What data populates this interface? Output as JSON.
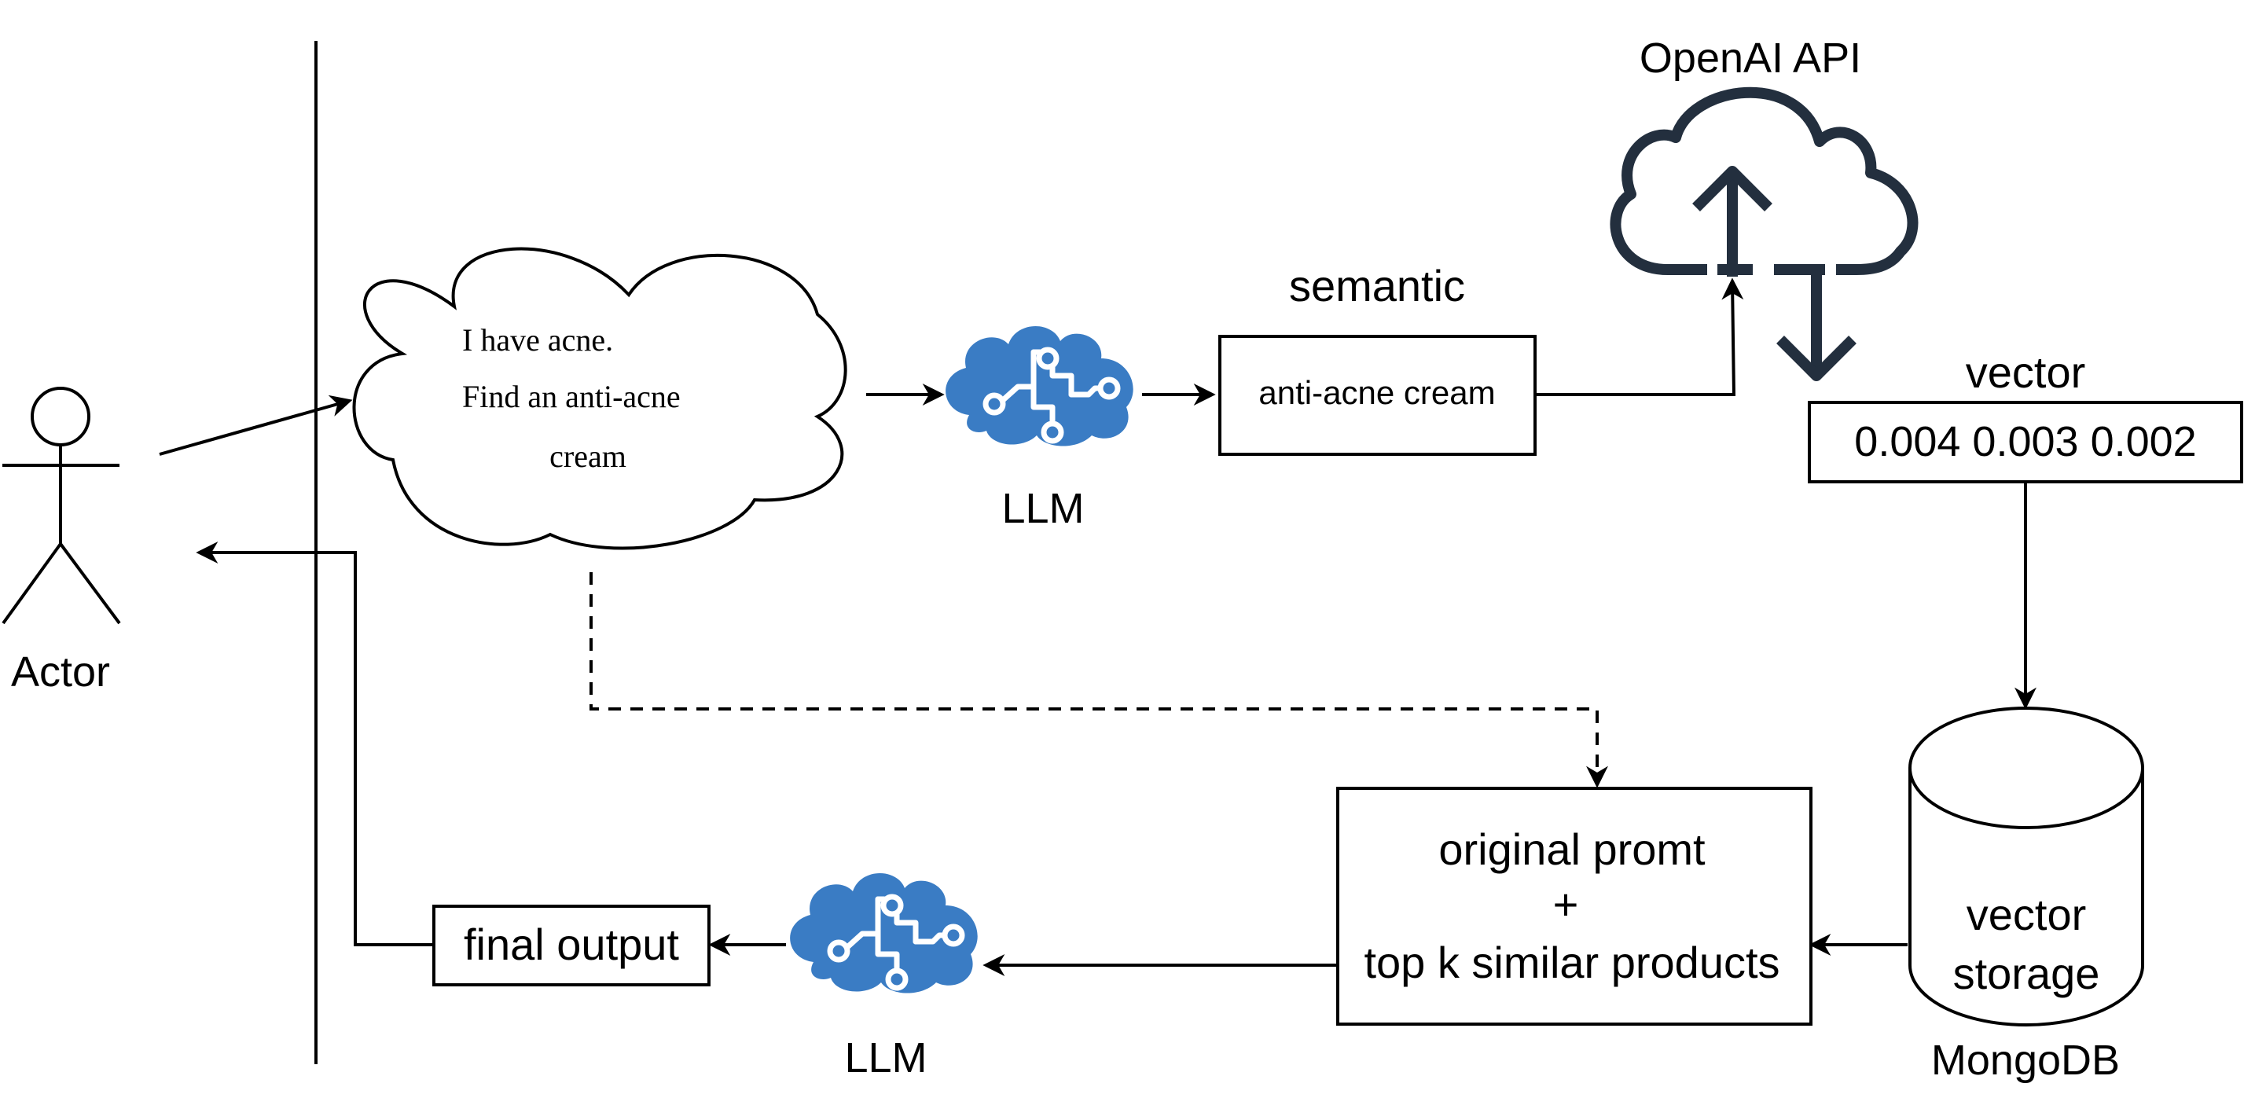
{
  "actor": {
    "label": "Actor"
  },
  "prompt_cloud": {
    "lines": [
      "I have acne.",
      "Find an anti-acne",
      "cream"
    ]
  },
  "llm_top": {
    "label": "LLM",
    "icon": "ai-brain-icon"
  },
  "semantic_box": {
    "heading": "semantic",
    "text": "anti-acne cream"
  },
  "openai": {
    "label": "OpenAI API",
    "icon": "cloud-upload-download-icon"
  },
  "vector_box": {
    "heading": "vector",
    "text": "0.004 0.003 0.002"
  },
  "database": {
    "lines": [
      "vector",
      "storage"
    ],
    "label": "MongoDB"
  },
  "combine_box": {
    "lines": [
      "original promt",
      "+",
      "top k similar products"
    ]
  },
  "llm_bottom": {
    "label": "LLM",
    "icon": "ai-brain-icon"
  },
  "output_box": {
    "text": "final output"
  },
  "colors": {
    "line": "#000000",
    "brain": "#3a7cc4",
    "cloud_icon": "#232f3e",
    "background": "#ffffff"
  }
}
